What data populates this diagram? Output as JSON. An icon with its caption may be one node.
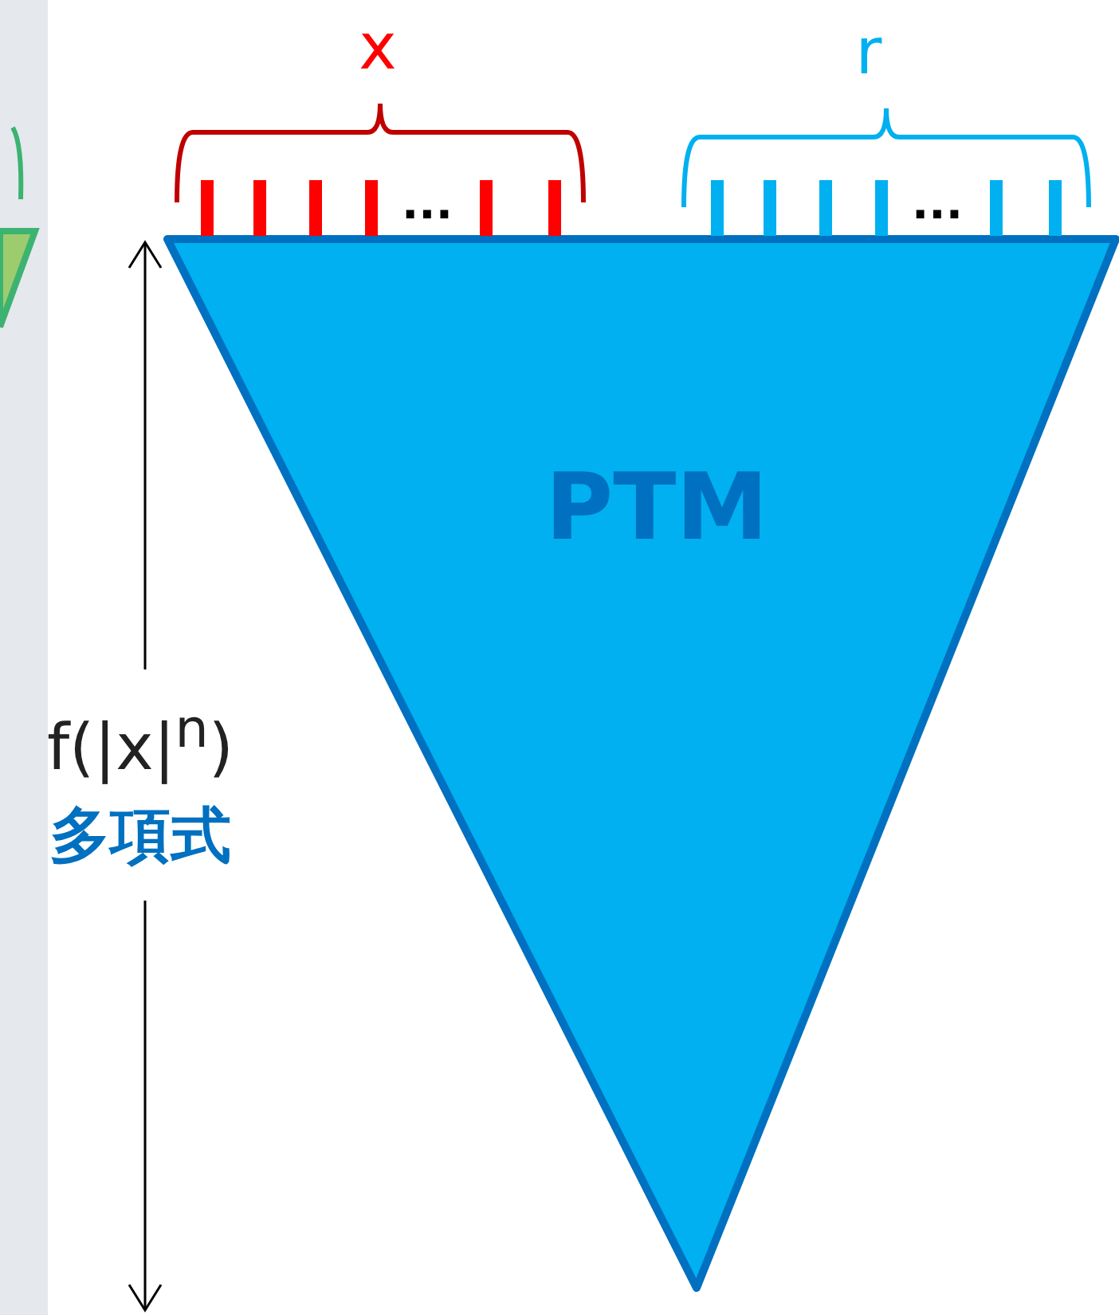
{
  "diagram": {
    "nodes": [
      {
        "text": [
          "PTM"
        ]
      }
    ],
    "labels": [
      "x",
      "r",
      "...",
      "...",
      "f(|x|$^{n}$)",
      "多項式"
    ]
  }
}
